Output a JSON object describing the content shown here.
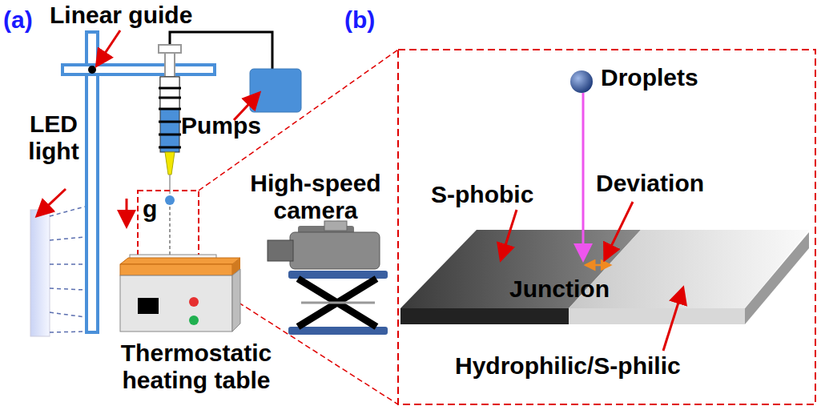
{
  "diagram": {
    "labels": [
      "(a)",
      "Linear guide",
      "(b)",
      "LED light",
      "Pumps",
      "g",
      "High-speed camera",
      "Droplets",
      "S-phobic",
      "Deviation",
      "Junction",
      "Thermostatic heating table",
      "Hydrophilic/S-philic"
    ]
  }
}
